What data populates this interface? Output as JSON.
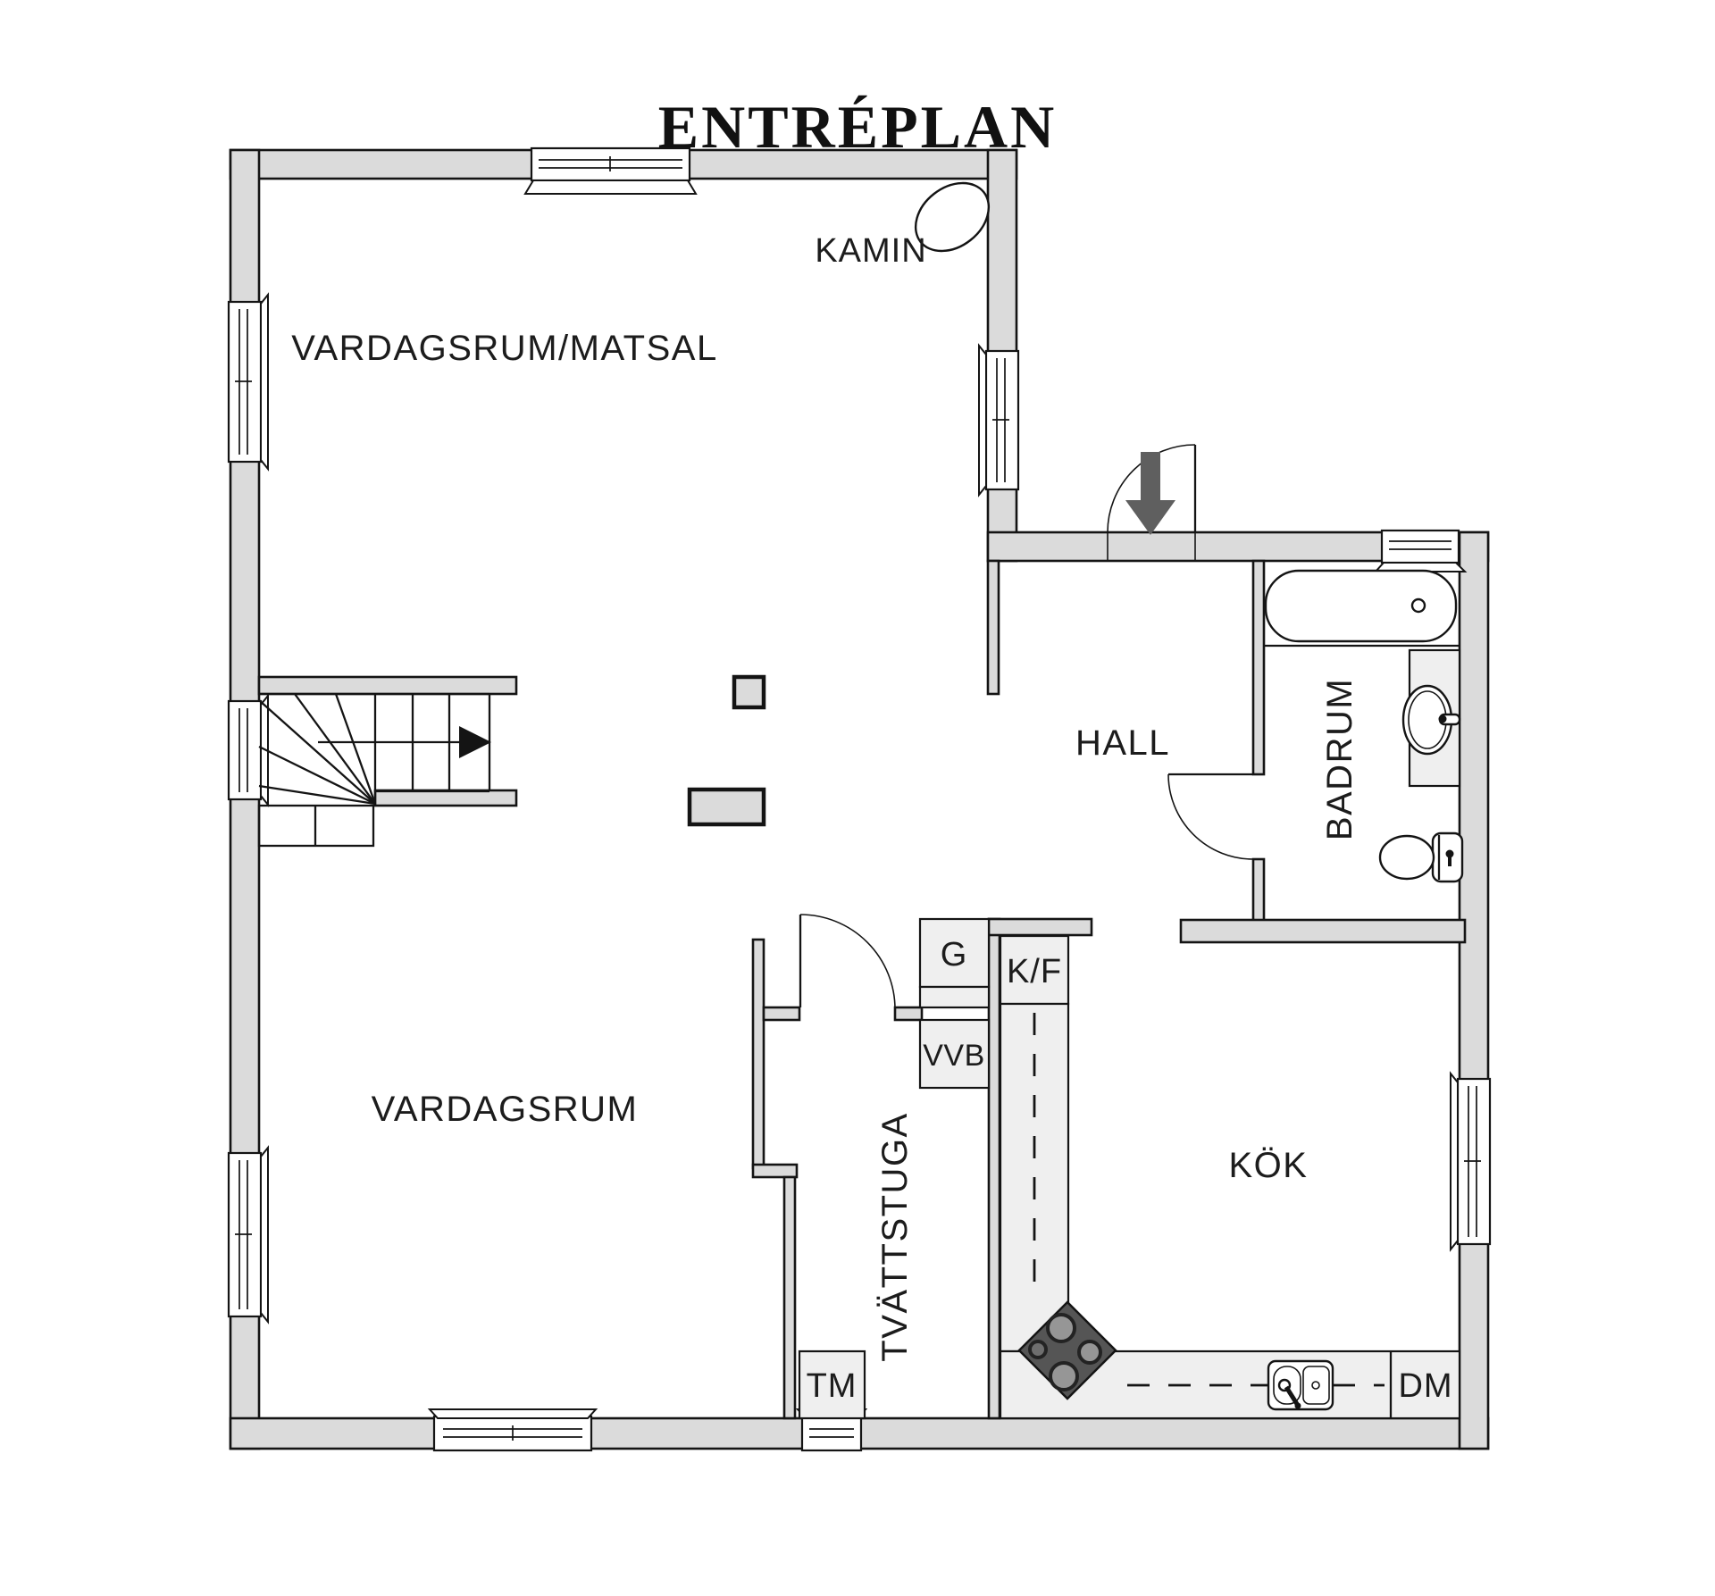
{
  "title": "ENTRÉPLAN",
  "rooms": {
    "living_dining": "VARDAGSRUM/MATSAL",
    "living": "VARDAGSRUM",
    "hall": "HALL",
    "bathroom": "BADRUM",
    "laundry": "TVÄTTSTUGA",
    "kitchen": "KÖK",
    "fireplace": "KAMIN"
  },
  "equipment": {
    "wardrobe": "G",
    "fridge_freezer": "K/F",
    "water_heater": "VVB",
    "washing_machine": "TM",
    "dishwasher": "DM"
  },
  "colors": {
    "wall_fill": "#dbdbdb",
    "fixture_fill": "#efefef",
    "outline": "#141414",
    "stove_fill": "#555555",
    "arrow": "#5f5f5f",
    "background": "#ffffff"
  }
}
